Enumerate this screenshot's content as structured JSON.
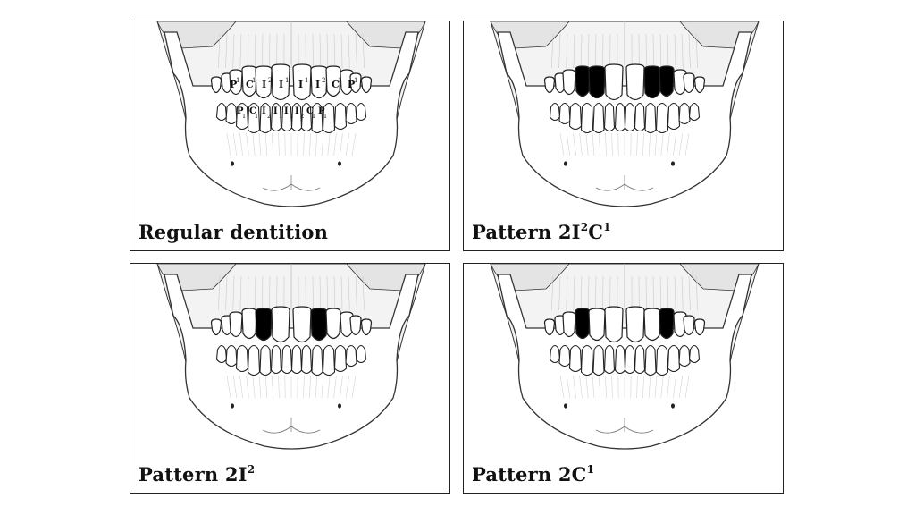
{
  "panels": [
    {
      "caption": {
        "text": "Regular dentition",
        "sup1": "",
        "mid": "",
        "sup2": ""
      },
      "missing": [],
      "labels": true
    },
    {
      "caption": {
        "text": "Pattern 2I",
        "sup1": "2",
        "mid": "C",
        "sup2": "1"
      },
      "missing": [
        "I2_L",
        "C_L",
        "I2_R",
        "C_R"
      ],
      "labels": false
    },
    {
      "caption": {
        "text": "Pattern 2I",
        "sup1": "2",
        "mid": "",
        "sup2": ""
      },
      "missing": [
        "I2_L",
        "I2_R"
      ],
      "labels": false
    },
    {
      "caption": {
        "text": "Pattern 2C",
        "sup1": "1",
        "mid": "",
        "sup2": ""
      },
      "missing": [
        "C_L",
        "C_R"
      ],
      "labels": false
    }
  ],
  "tooth_labels": {
    "upper": [
      "P",
      "C",
      "I",
      "I",
      "I",
      "I",
      "C",
      "P"
    ],
    "upper_sup": [
      "1",
      "1",
      "2",
      "1",
      "1",
      "2",
      "1",
      "1"
    ],
    "lower": [
      "P",
      "C",
      "I",
      "I",
      "I",
      "I",
      "C",
      "P"
    ],
    "lower_sub": [
      "1",
      "1",
      "2",
      "1",
      "1",
      "2",
      "1",
      "1"
    ]
  },
  "colors": {
    "missing_tooth": "#000000",
    "bone_fill": "#f3f3f3",
    "line": "#333333"
  }
}
